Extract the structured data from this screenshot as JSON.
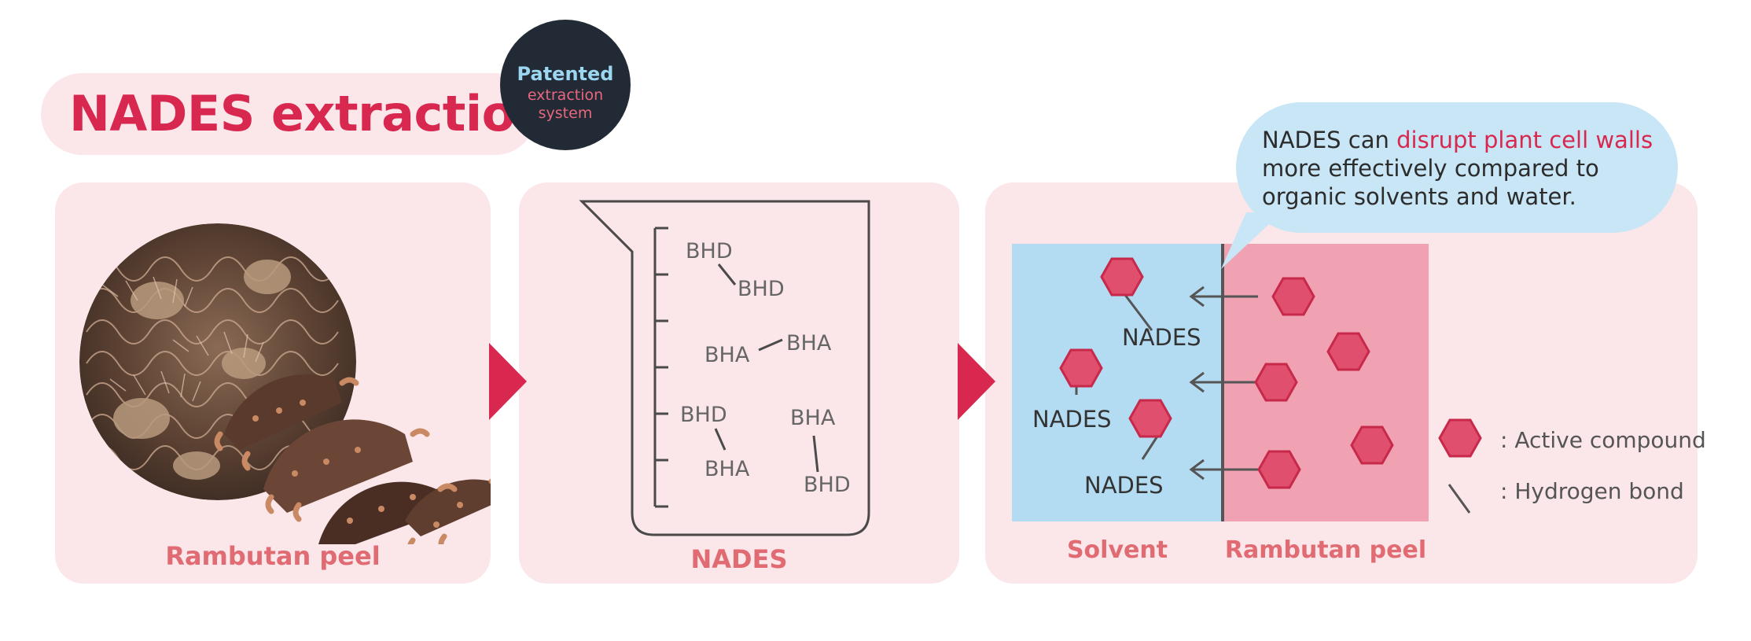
{
  "title": "NADES extraction",
  "badge": {
    "line1": "Patented",
    "line2": "extraction",
    "line3": "system"
  },
  "panels": {
    "rambutan": {
      "caption": "Rambutan peel"
    },
    "nades": {
      "caption": "NADES",
      "molecules": [
        "BHD",
        "BHD",
        "BHA",
        "BHA",
        "BHD",
        "BHA",
        "BHA",
        "BHD"
      ]
    },
    "mechanism": {
      "solvent_caption": "Solvent",
      "peel_caption": "Rambutan peel",
      "nades_labels": [
        "NADES",
        "NADES",
        "NADES"
      ]
    }
  },
  "callout": {
    "prefix": "NADES can ",
    "highlight": "disrupt plant cell walls",
    "line2": "more effectively compared to",
    "line3": "organic solvents and water."
  },
  "legend": {
    "active_compound": ": Active compound",
    "hydrogen_bond": ": Hydrogen bond"
  },
  "colors": {
    "title": "#d8284f",
    "panel_bg": "#fbe6ea",
    "solvent_blue": "#b3dcf3",
    "peel_pink": "#f0a2b2",
    "hexagon": "#e0506e",
    "arrow_triangle": "#d8284f",
    "badge_bg": "#222a35"
  },
  "icons": [
    "rambutan-photo",
    "peel-pieces-icon",
    "beaker-icon",
    "hexagon-icon",
    "arrow-left-icon",
    "triangle-arrow-icon"
  ]
}
